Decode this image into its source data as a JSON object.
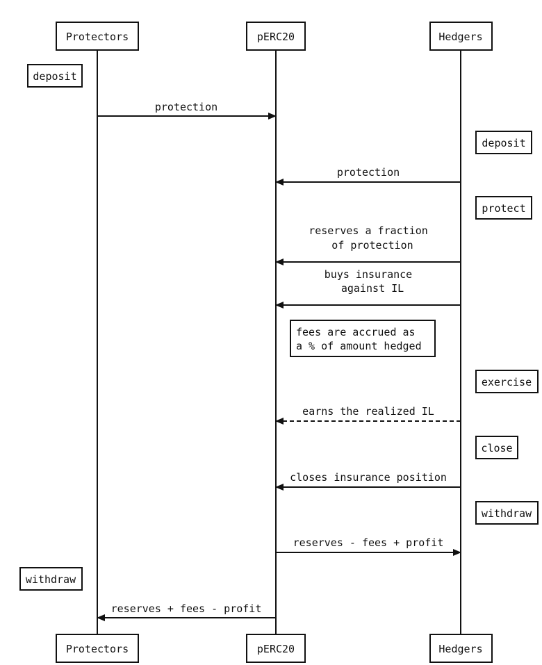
{
  "participants": [
    {
      "id": "protectors",
      "label": "Protectors"
    },
    {
      "id": "perc20",
      "label": "pERC20"
    },
    {
      "id": "hedgers",
      "label": "Hedgers"
    }
  ],
  "notes": [
    {
      "id": "protectors-deposit",
      "participant": "protectors",
      "text": [
        "deposit"
      ]
    },
    {
      "id": "hedgers-deposit",
      "participant": "hedgers",
      "text": [
        "deposit"
      ]
    },
    {
      "id": "hedgers-protect",
      "participant": "hedgers",
      "text": [
        "protect"
      ]
    },
    {
      "id": "perc20-fees",
      "participant": "perc20",
      "text": [
        "fees are accrued as",
        "a % of amount hedged"
      ]
    },
    {
      "id": "hedgers-exercise",
      "participant": "hedgers",
      "text": [
        "exercise"
      ]
    },
    {
      "id": "hedgers-close",
      "participant": "hedgers",
      "text": [
        "close"
      ]
    },
    {
      "id": "hedgers-withdraw",
      "participant": "hedgers",
      "text": [
        "withdraw"
      ]
    },
    {
      "id": "protectors-withdraw",
      "participant": "protectors",
      "text": [
        "withdraw"
      ]
    }
  ],
  "messages": [
    {
      "id": "msg-protection-1",
      "from": "protectors",
      "to": "perc20",
      "text": [
        "protection"
      ],
      "style": "solid"
    },
    {
      "id": "msg-protection-2",
      "from": "hedgers",
      "to": "perc20",
      "text": [
        "protection"
      ],
      "style": "solid"
    },
    {
      "id": "msg-reserves-fraction",
      "from": "hedgers",
      "to": "perc20",
      "text": [
        "reserves a fraction",
        "of protection"
      ],
      "style": "solid"
    },
    {
      "id": "msg-buys-insurance",
      "from": "hedgers",
      "to": "perc20",
      "text": [
        "buys insurance",
        "against IL"
      ],
      "style": "solid"
    },
    {
      "id": "msg-earns-il",
      "from": "hedgers",
      "to": "perc20",
      "text": [
        "earns the realized IL"
      ],
      "style": "dashed"
    },
    {
      "id": "msg-closes-position",
      "from": "hedgers",
      "to": "perc20",
      "text": [
        "closes insurance position"
      ],
      "style": "solid"
    },
    {
      "id": "msg-reserves-minus-fees",
      "from": "perc20",
      "to": "hedgers",
      "text": [
        "reserves - fees + profit"
      ],
      "style": "solid"
    },
    {
      "id": "msg-reserves-plus-fees",
      "from": "perc20",
      "to": "protectors",
      "text": [
        "reserves + fees - profit"
      ],
      "style": "solid"
    }
  ]
}
